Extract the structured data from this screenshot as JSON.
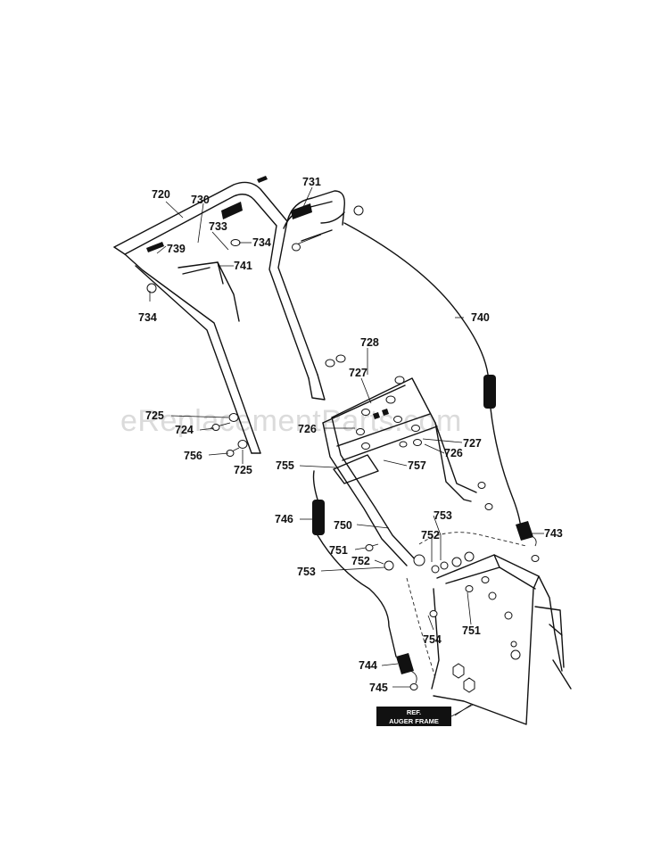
{
  "watermark": "eReplacementParts.com",
  "ref_badge": {
    "line1": "REF.",
    "line2": "AUGER FRAME"
  },
  "labels": [
    {
      "id": "720",
      "text": "720"
    },
    {
      "id": "730",
      "text": "730"
    },
    {
      "id": "731",
      "text": "731"
    },
    {
      "id": "733",
      "text": "733"
    },
    {
      "id": "734a",
      "text": "734"
    },
    {
      "id": "739",
      "text": "739"
    },
    {
      "id": "741",
      "text": "741"
    },
    {
      "id": "734b",
      "text": "734"
    },
    {
      "id": "740",
      "text": "740"
    },
    {
      "id": "728",
      "text": "728"
    },
    {
      "id": "727a",
      "text": "727"
    },
    {
      "id": "725a",
      "text": "725"
    },
    {
      "id": "724",
      "text": "724"
    },
    {
      "id": "726a",
      "text": "726"
    },
    {
      "id": "727b",
      "text": "727"
    },
    {
      "id": "756",
      "text": "756"
    },
    {
      "id": "725b",
      "text": "725"
    },
    {
      "id": "755",
      "text": "755"
    },
    {
      "id": "757",
      "text": "757"
    },
    {
      "id": "726b",
      "text": "726"
    },
    {
      "id": "746",
      "text": "746"
    },
    {
      "id": "750",
      "text": "750"
    },
    {
      "id": "753a",
      "text": "753"
    },
    {
      "id": "743",
      "text": "743"
    },
    {
      "id": "752a",
      "text": "752"
    },
    {
      "id": "751a",
      "text": "751"
    },
    {
      "id": "752b",
      "text": "752"
    },
    {
      "id": "753b",
      "text": "753"
    },
    {
      "id": "754",
      "text": "754"
    },
    {
      "id": "751b",
      "text": "751"
    },
    {
      "id": "744",
      "text": "744"
    },
    {
      "id": "745",
      "text": "745"
    }
  ]
}
